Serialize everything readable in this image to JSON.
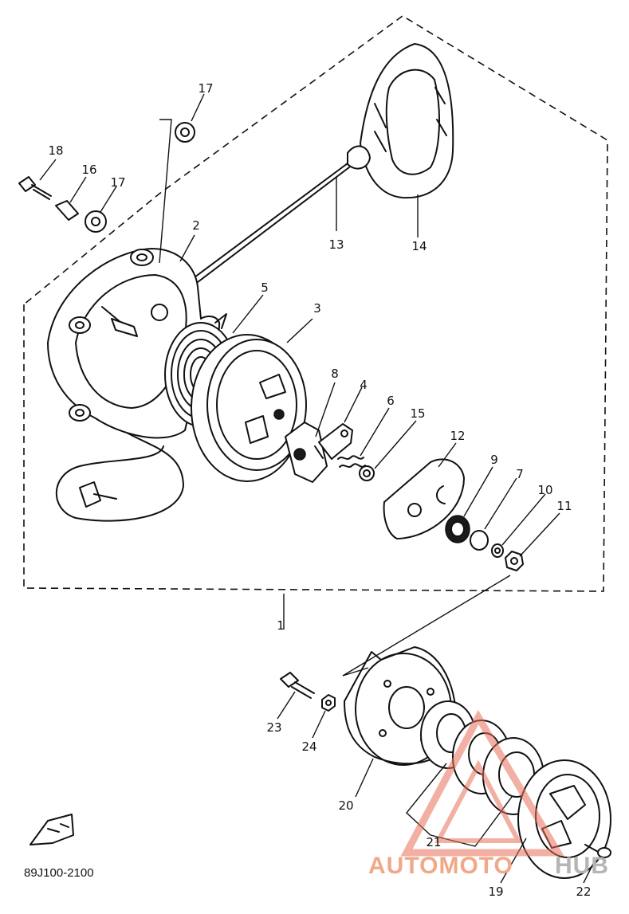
{
  "diagram": {
    "drawing_code": "89J100-2100",
    "watermark": {
      "part_a": "AUTOMOTO",
      "part_b": "HUB",
      "color_a": "#f0a888",
      "color_b": "#b5b5b5"
    },
    "callouts": [
      "1",
      "2",
      "3",
      "4",
      "5",
      "6",
      "7",
      "8",
      "9",
      "10",
      "11",
      "12",
      "13",
      "14",
      "15",
      "16",
      "17",
      "17",
      "18",
      "19",
      "20",
      "21",
      "22",
      "23",
      "24"
    ]
  }
}
